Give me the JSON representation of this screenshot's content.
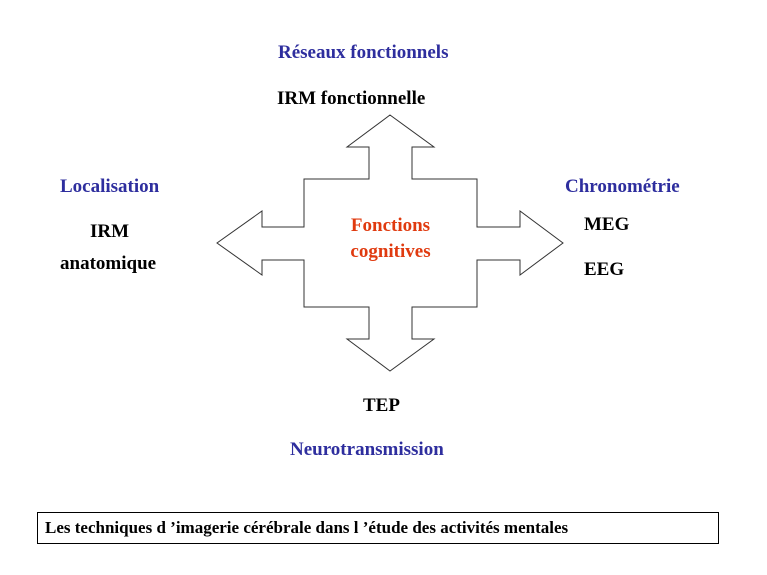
{
  "center": {
    "line1": "Fonctions",
    "line2": "cognitives",
    "color": "#e03a0f"
  },
  "top": {
    "category": "Réseaux fonctionnels",
    "technique": "IRM fonctionnelle"
  },
  "left": {
    "category": "Localisation",
    "technique_line1": "IRM",
    "technique_line2": "anatomique"
  },
  "right": {
    "category": "Chronométrie",
    "technique_1": "MEG",
    "technique_2": "EEG"
  },
  "bottom": {
    "category": "Neurotransmission",
    "technique": "TEP"
  },
  "caption": "Les techniques d ’imagerie cérébrale dans l ’étude des activités mentales",
  "colors": {
    "category": "#2e2e9e",
    "technique": "#000000",
    "center": "#e03a0f"
  }
}
